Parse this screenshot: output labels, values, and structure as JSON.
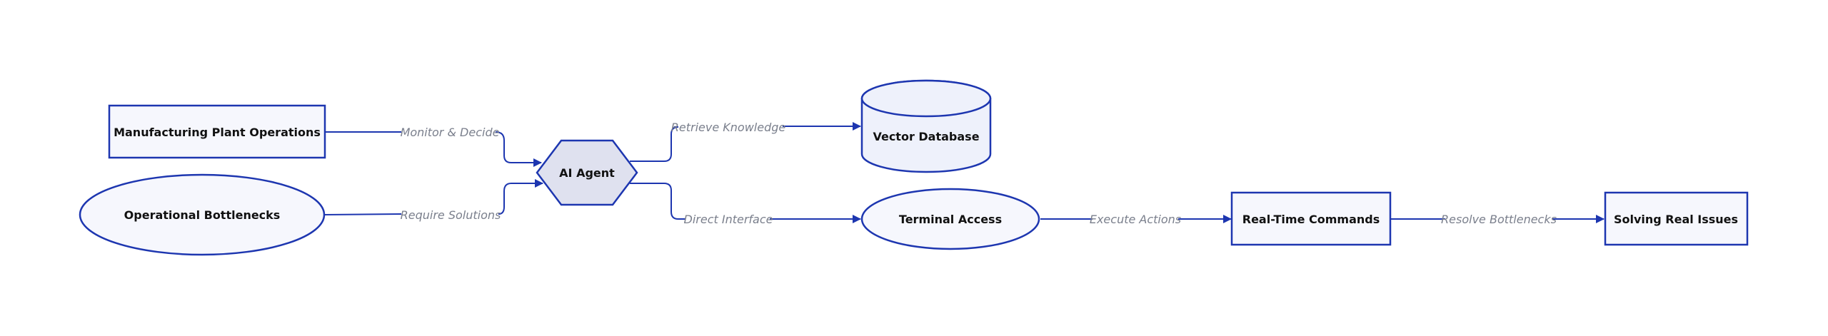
{
  "colors": {
    "stroke": "#1d36b0",
    "node_fill": "#f6f7fd",
    "db_fill": "#eef1fb",
    "agent_fill": "#dfe1ef",
    "edge_label": "#7a7f8c",
    "node_label": "#111111"
  },
  "nodes": {
    "plant_ops": "Manufacturing Plant Operations",
    "bottlenecks": "Operational Bottlenecks",
    "agent": "AI Agent",
    "vector_db": "Vector Database",
    "terminal": "Terminal Access",
    "commands": "Real-Time Commands",
    "solving": "Solving Real Issues"
  },
  "edges": {
    "monitor": "Monitor & Decide",
    "require": "Require Solutions",
    "retrieve": "Retrieve Knowledge",
    "direct": "Direct Interface",
    "execute": "Execute Actions",
    "resolve": "Resolve Bottlenecks"
  }
}
